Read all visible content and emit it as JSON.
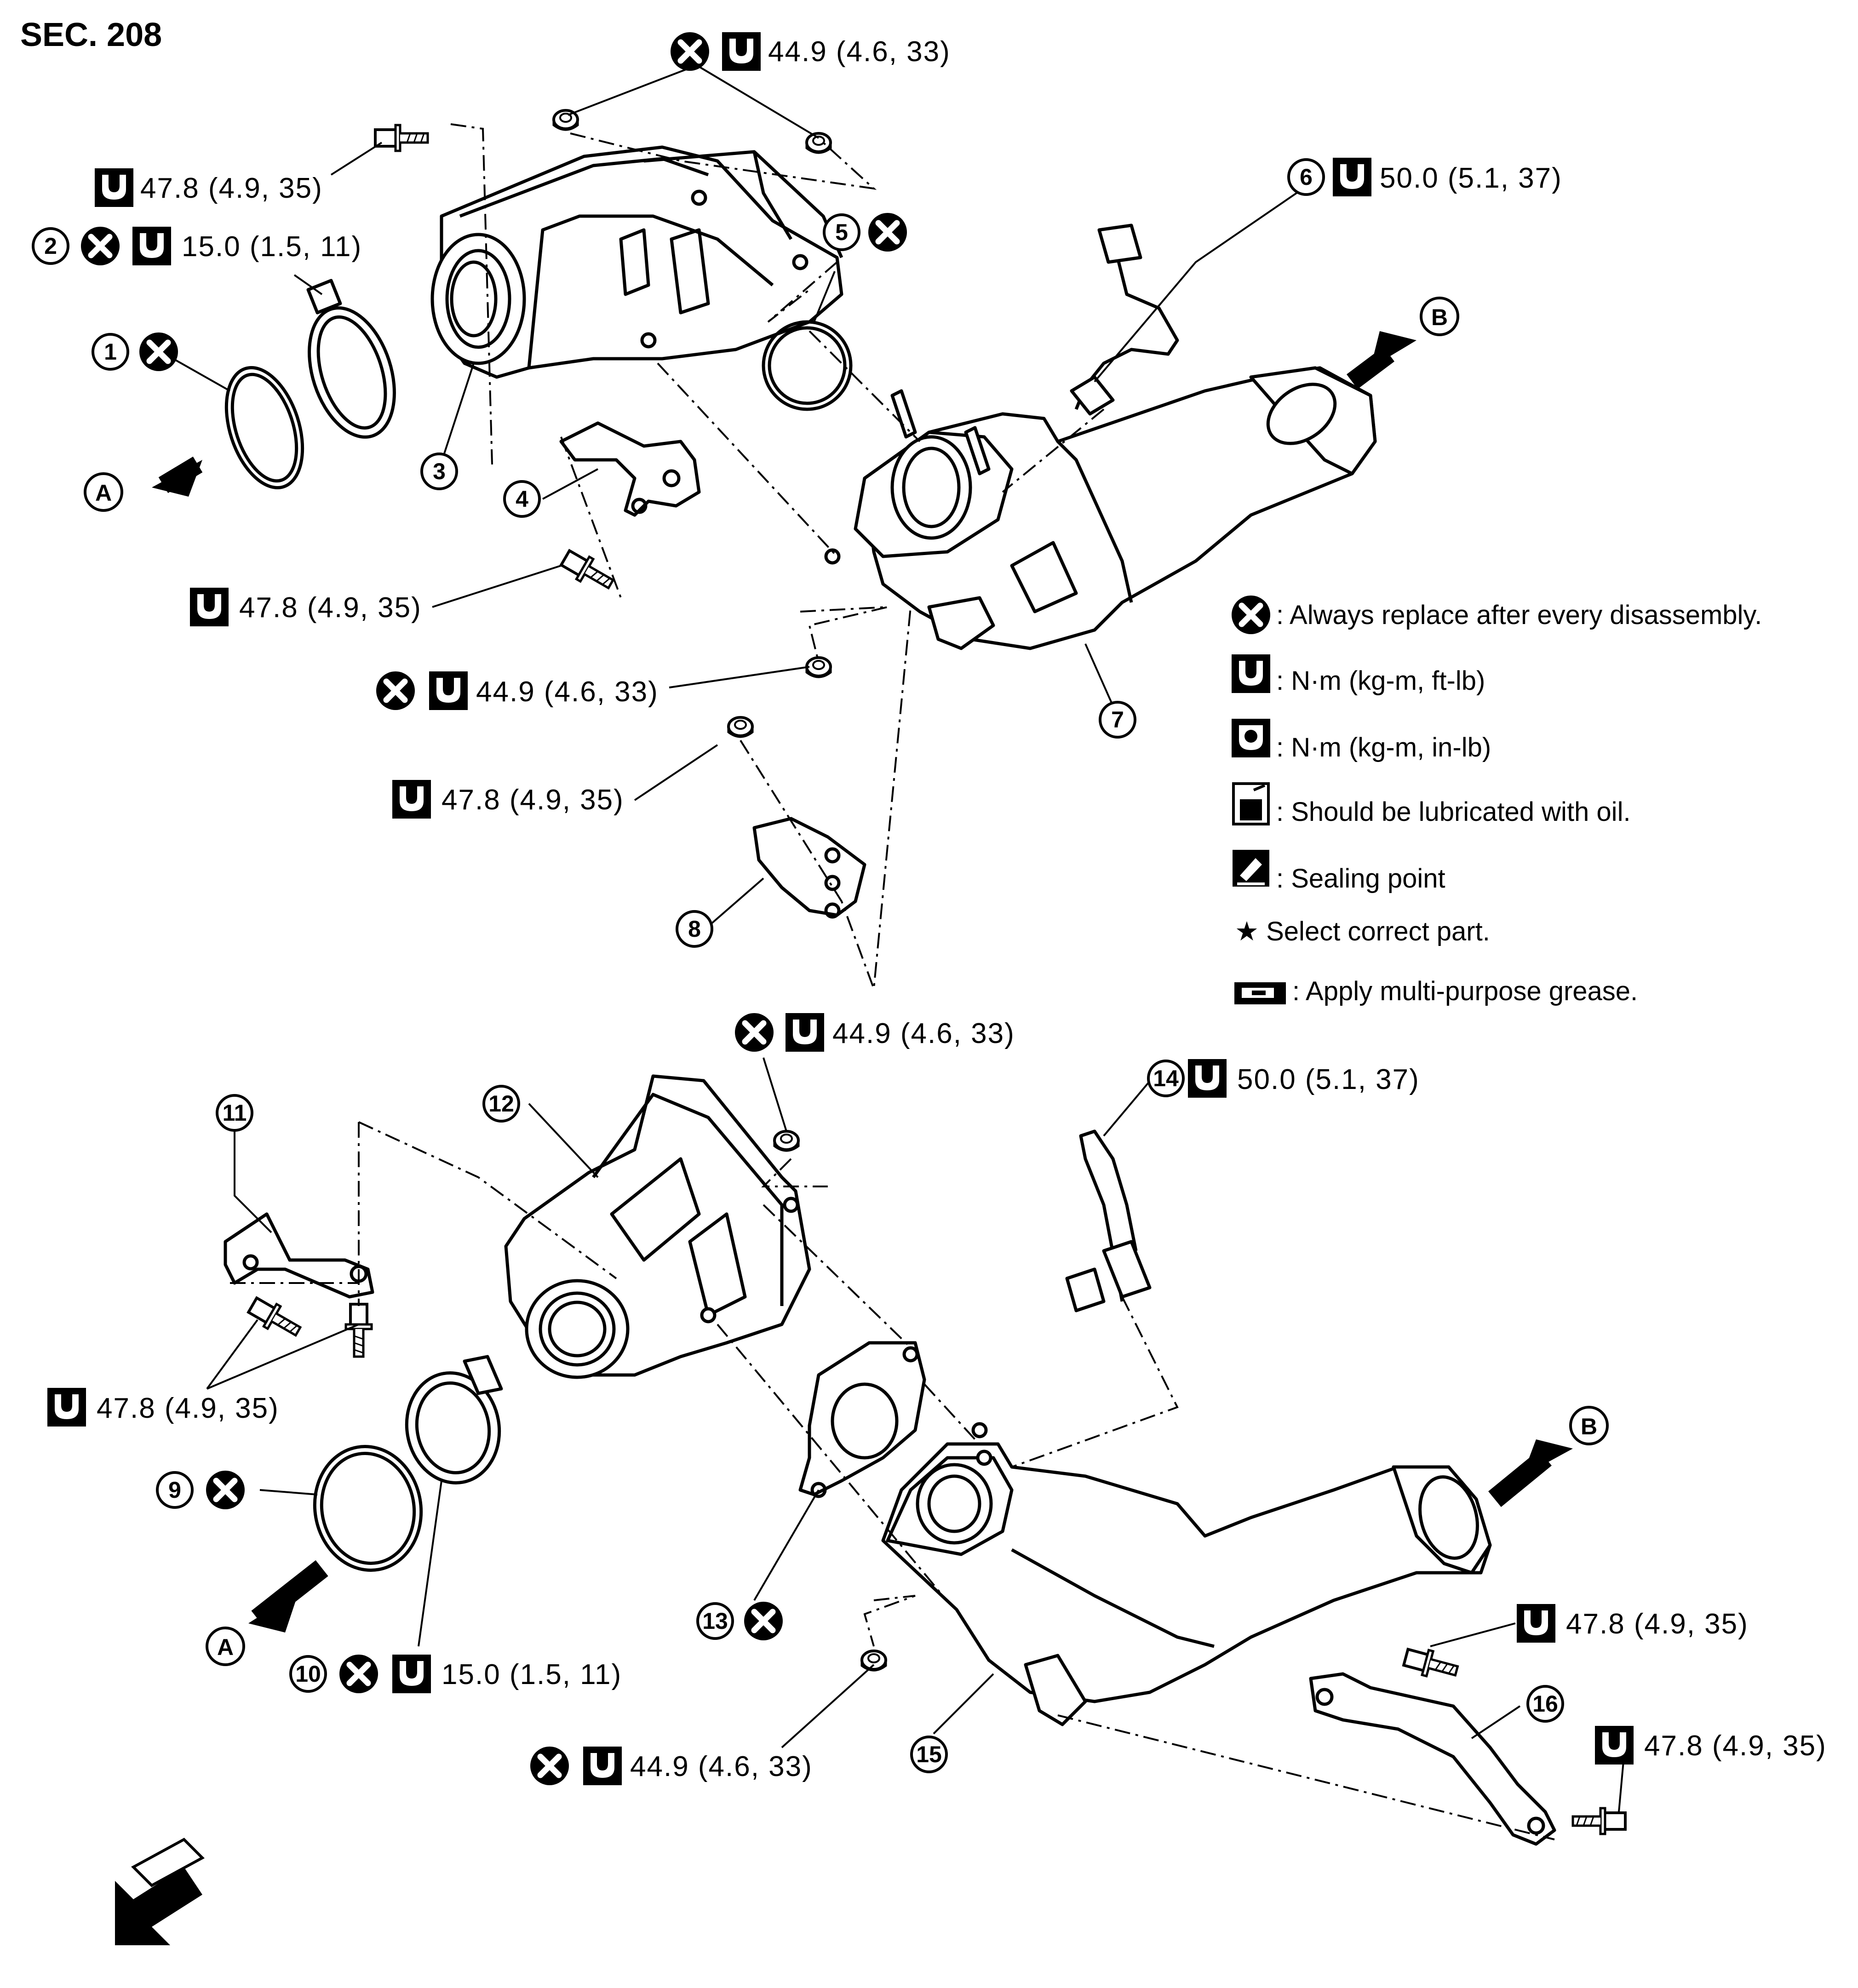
{
  "header": {
    "section": "SEC. 208"
  },
  "callouts": {
    "c1": "①",
    "c2": "②",
    "c3": "③",
    "c4": "④",
    "c5": "⑤",
    "c6": "⑥",
    "c7": "⑦",
    "c8": "⑧",
    "c9": "⑨",
    "c10": "⑩",
    "c11": "⑪",
    "c12": "⑫",
    "c13": "⑬",
    "c14": "⑭",
    "c15": "⑮",
    "c16": "⑯"
  },
  "directions": {
    "a": "A",
    "b": "B"
  },
  "torque": {
    "t_top_nuts": "44.9 (4.6, 33)",
    "t_bolt_upper": "47.8 (4.9, 35)",
    "t_clamp_upper": "15.0 (1.5, 11)",
    "t_sensor_upper": "50.0 (5.1, 37)",
    "t_bracket4_bolt": "47.8 (4.9, 35)",
    "t_mid_nut": "44.9 (4.6, 33)",
    "t_bracket8_bolt": "47.8 (4.9, 35)",
    "t_lower_nut": "44.9 (4.6, 33)",
    "t_sensor_lower": "50.0 (5.1, 37)",
    "t_bracket11_bolts": "47.8 (4.9, 35)",
    "t_clamp_lower": "15.0 (1.5, 11)",
    "t_bottom_nut": "44.9 (4.6, 33)",
    "t_bracket16_bolt_a": "47.8 (4.9, 35)",
    "t_bracket16_bolt_b": "47.8 (4.9, 35)"
  },
  "legend": {
    "replace": ": Always replace after every disassembly.",
    "nm_ft": ": N·m (kg-m, ft-lb)",
    "nm_in": ": N·m (kg-m, in-lb)",
    "oil": ": Should be lubricated with oil.",
    "seal": ": Sealing point",
    "select": "★ Select correct part.",
    "grease": ": Apply multi-purpose grease."
  },
  "icons": {
    "replace": "x-circle-icon",
    "torque": "torque-wrench-icon",
    "torque_in": "torque-wrench-in-lb-icon",
    "oil": "oil-can-icon",
    "seal": "sealing-point-icon",
    "grease": "grease-icon",
    "front": "front-arrow-icon"
  }
}
